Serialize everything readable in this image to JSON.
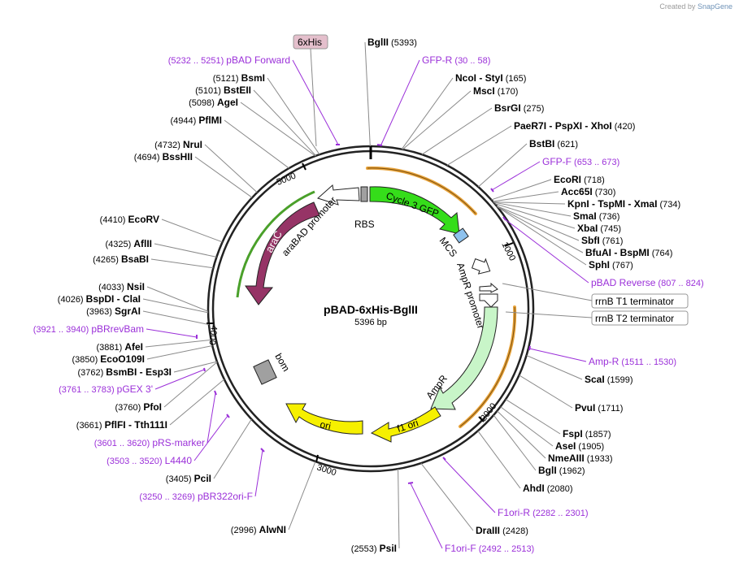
{
  "credit": {
    "prefix": "Created by",
    "brand": "SnapGene"
  },
  "plasmid": {
    "name": "pBAD-6xHis-BglII",
    "size_label": "5396 bp"
  },
  "ticks": [
    {
      "label": "1000"
    },
    {
      "label": "2000"
    },
    {
      "label": "3000"
    },
    {
      "label": "4000"
    },
    {
      "label": "5000"
    }
  ],
  "features": [
    {
      "label": "Cycle 3 GFP",
      "color": "#35dd1a"
    },
    {
      "label": "araC",
      "color": "#963466"
    },
    {
      "label": "araBAD promoter",
      "color": "#ffffff"
    },
    {
      "label": "RBS",
      "color": "#a0a0a0"
    },
    {
      "label": "MCS",
      "color": "#8ec2ee"
    },
    {
      "label": "AmpR promoter",
      "color": "#ffffff"
    },
    {
      "label": "AmpR",
      "color": "#c8f5c8"
    },
    {
      "label": "f1 ori",
      "color": "#f6f000"
    },
    {
      "label": "ori",
      "color": "#f6f000"
    },
    {
      "label": "bom",
      "color": "#a0a0a0"
    }
  ],
  "boxed_labels": [
    {
      "text": "6xHis"
    },
    {
      "text": "rrnB T1 terminator"
    },
    {
      "text": "rrnB T2 terminator"
    }
  ],
  "sites": [
    {
      "name": "BglII",
      "pos": "(5393)"
    },
    {
      "name": "NcoI  - StyI",
      "pos": "(165)"
    },
    {
      "name": "MscI",
      "pos": "(170)"
    },
    {
      "name": "BsrGI",
      "pos": "(275)"
    },
    {
      "name": "PaeR7I  - PspXI  - XhoI",
      "pos": "(420)"
    },
    {
      "name": "BstBI",
      "pos": "(621)"
    },
    {
      "name": "EcoRI",
      "pos": "(718)"
    },
    {
      "name": "Acc65I",
      "pos": "(730)"
    },
    {
      "name": "KpnI  - TspMI  - XmaI",
      "pos": "(734)"
    },
    {
      "name": "SmaI",
      "pos": "(736)"
    },
    {
      "name": "XbaI",
      "pos": "(745)"
    },
    {
      "name": "SbfI",
      "pos": "(761)"
    },
    {
      "name": "BfuAI  - BspMI",
      "pos": "(764)"
    },
    {
      "name": "SphI",
      "pos": "(767)"
    },
    {
      "name": "ScaI",
      "pos": "(1599)"
    },
    {
      "name": "PvuI",
      "pos": "(1711)"
    },
    {
      "name": "FspI",
      "pos": "(1857)"
    },
    {
      "name": "AseI",
      "pos": "(1905)"
    },
    {
      "name": "NmeAIII",
      "pos": "(1933)"
    },
    {
      "name": "BglI",
      "pos": "(1962)"
    },
    {
      "name": "AhdI",
      "pos": "(2080)"
    },
    {
      "name": "DraIII",
      "pos": "(2428)"
    },
    {
      "name": "PsiI",
      "pos": "(2553)"
    },
    {
      "name": "AlwNI",
      "pos": "(2996)"
    },
    {
      "name": "PciI",
      "pos": "(3405)"
    },
    {
      "name": "PflFI  - Tth111I",
      "pos": "(3661)"
    },
    {
      "name": "PfoI",
      "pos": "(3760)"
    },
    {
      "name": "BsmBI  - Esp3I",
      "pos": "(3762)"
    },
    {
      "name": "EcoO109I",
      "pos": "(3850)"
    },
    {
      "name": "AfeI",
      "pos": "(3881)"
    },
    {
      "name": "SgrAI",
      "pos": "(3963)"
    },
    {
      "name": "BspDI  - ClaI",
      "pos": "(4026)"
    },
    {
      "name": "NsiI",
      "pos": "(4033)"
    },
    {
      "name": "BsaBI",
      "pos": "(4265)"
    },
    {
      "name": "AflII",
      "pos": "(4325)"
    },
    {
      "name": "EcoRV",
      "pos": "(4410)"
    },
    {
      "name": "BssHII",
      "pos": "(4694)"
    },
    {
      "name": "NruI",
      "pos": "(4732)"
    },
    {
      "name": "PflMI",
      "pos": "(4944)"
    },
    {
      "name": "AgeI",
      "pos": "(5098)"
    },
    {
      "name": "BstEII",
      "pos": "(5101)"
    },
    {
      "name": "BsmI",
      "pos": "(5121)"
    }
  ],
  "primers": [
    {
      "name": "GFP-R",
      "range": "(30 .. 58)"
    },
    {
      "name": "GFP-F",
      "range": "(653 .. 673)"
    },
    {
      "name": "pBAD Reverse",
      "range": "(807 .. 824)"
    },
    {
      "name": "Amp-R",
      "range": "(1511 .. 1530)"
    },
    {
      "name": "F1ori-R",
      "range": "(2282 .. 2301)"
    },
    {
      "name": "F1ori-F",
      "range": "(2492 .. 2513)"
    },
    {
      "name": "pBR322ori-F",
      "range": "(3250 .. 3269)"
    },
    {
      "name": "L4440",
      "range": "(3503 .. 3520)"
    },
    {
      "name": "pRS-marker",
      "range": "(3601 .. 3620)"
    },
    {
      "name": "pGEX 3'",
      "range": "(3761 .. 3783)"
    },
    {
      "name": "pBRrevBam",
      "range": "(3921 .. 3940)"
    },
    {
      "name": "pBAD Forward",
      "range": "(5232 .. 5251)"
    }
  ],
  "colors": {
    "site": "#000000",
    "primer": "#9b30d9",
    "backbone": "#222222",
    "leader": "#8a8a8a",
    "orange": "#e8a33a"
  }
}
